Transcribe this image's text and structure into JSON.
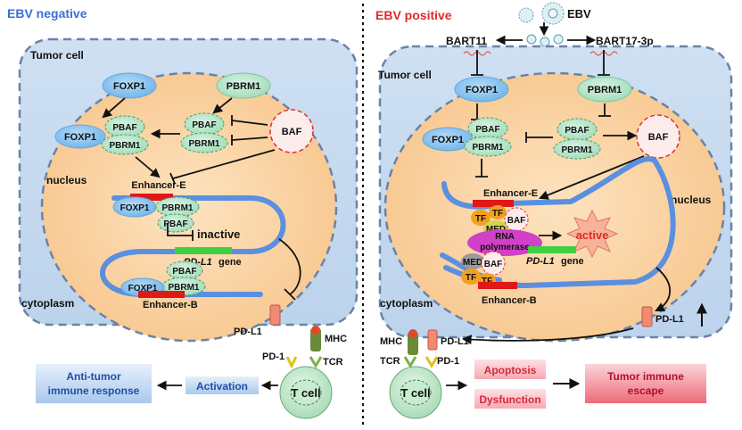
{
  "left": {
    "title": "EBV negative",
    "tumor_cell": "Tumor cell",
    "nucleus": "nucleus",
    "cytoplasm": "cytoplasm",
    "foxp1_top": "FOXP1",
    "pbrm1_top": "PBRM1",
    "complex_foxp1": "FOXP1",
    "complex_pbaf": "PBAF",
    "complex_pbrm1": "PBRM1",
    "mid_pbaf": "PBAF",
    "mid_pbrm1": "PBRM1",
    "baf": "BAF",
    "enhancer_e": "Enhancer-E",
    "enh_foxp1": "FOXP1",
    "enh_pbrm1": "PBRM1",
    "enh_pbaf": "PBAF",
    "inactive": "inactive",
    "gene_italic": "PD-L1",
    "gene_rest": "gene",
    "low_pbaf": "PBAF",
    "low_pbrm1": "PBRM1",
    "low_foxp1": "FOXP1",
    "enhancer_b": "Enhancer-B",
    "pdl1": "PD-L1",
    "mhc": "MHC",
    "pd1": "PD-1",
    "tcr": "TCR",
    "tcell": "T cell",
    "activation": "Activation",
    "anti_tumor_1": "Anti-tumor",
    "anti_tumor_2": "immune response"
  },
  "right": {
    "title": "EBV positive",
    "ebv": "EBV",
    "bart11": "BART11",
    "bart17": "BART17-3p",
    "tumor_cell": "Tumor cell",
    "foxp1": "FOXP1",
    "pbrm1": "PBRM1",
    "complex_foxp1": "FOXP1",
    "complex_pbaf": "PBAF",
    "complex_pbrm1": "PBRM1",
    "mid_pbaf": "PBAF",
    "mid_pbrm1": "PBRM1",
    "baf": "BAF",
    "enhancer_e": "Enhancer-E",
    "tf1": "TF",
    "tf2": "TF",
    "med1": "MED",
    "baf_small1": "BAF",
    "rna": "RNA",
    "polymerase": "polymerase",
    "active": "active",
    "gene_italic": "PD-L1",
    "gene_rest": "gene",
    "med2": "MED",
    "baf_small2": "BAF",
    "tf3": "TF",
    "tf4": "TF",
    "enhancer_b": "Enhancer-B",
    "nucleus": "nucleus",
    "cytoplasm": "cytoplasm",
    "pdl1_cell": "PD-L1",
    "mhc": "MHC",
    "tcr": "TCR",
    "pdl1": "PD-L1",
    "pd1": "PD-1",
    "tcell": "T cell",
    "apoptosis": "Apoptosis",
    "dysfunction": "Dysfunction",
    "escape_1": "Tumor immune",
    "escape_2": "escape"
  }
}
